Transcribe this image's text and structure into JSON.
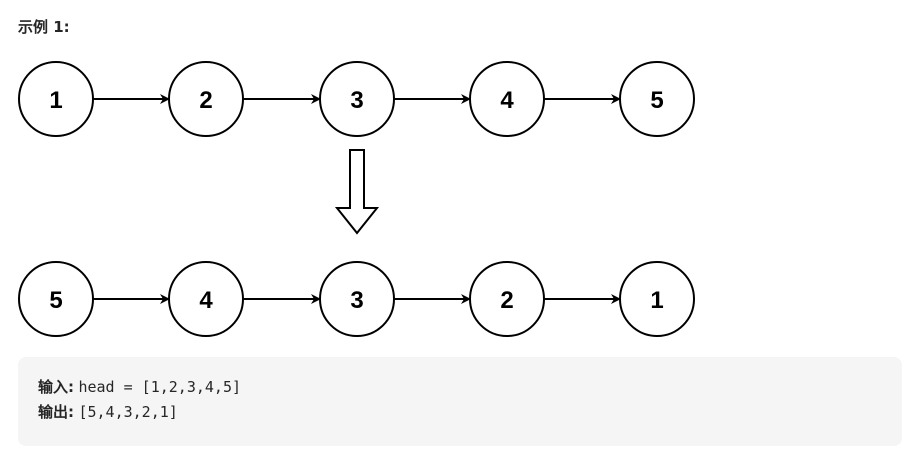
{
  "example": {
    "title": "示例 1:"
  },
  "diagram": {
    "input_list": [
      "1",
      "2",
      "3",
      "4",
      "5"
    ],
    "output_list": [
      "5",
      "4",
      "3",
      "2",
      "1"
    ]
  },
  "io": {
    "input_label": "输入:",
    "input_value": "head = [1,2,3,4,5]",
    "output_label": "输出:",
    "output_value": "[5,4,3,2,1]"
  },
  "colors": {
    "code_background": "#f5f5f5",
    "text": "#262626",
    "stroke": "#000000"
  }
}
